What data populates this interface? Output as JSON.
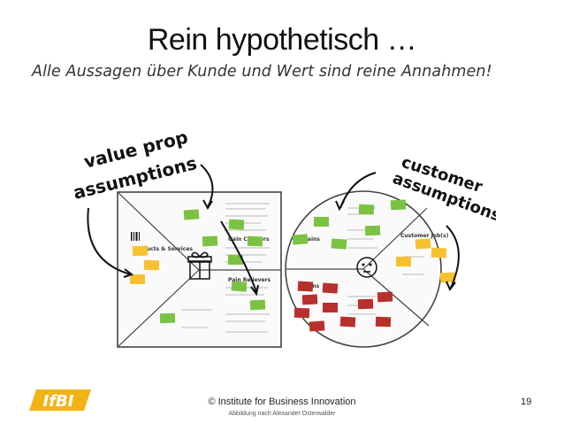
{
  "slide": {
    "title": "Rein hypothetisch …",
    "subtitle": "Alle Aussagen über Kunde und Wert sind reine Annahmen!",
    "page_number": "19"
  },
  "canvas": {
    "left_annotation_line1": "value prop",
    "left_annotation_line2": "assumptions",
    "right_annotation_line1": "customer",
    "right_annotation_line2": "assumptions",
    "section_products": "Products & Services",
    "section_gain_creators": "Gain Creators",
    "section_pain_relievers": "Pain Relievers",
    "section_gains": "Gains",
    "section_pains": "Pains",
    "section_customer_jobs": "Customer Job(s)"
  },
  "footer": {
    "logo_text": "IfBI",
    "copyright": "© Institute for Business Innovation",
    "credit": "Abbildung nach Alexander Osterwalder"
  },
  "colors": {
    "logo": "#f2b317",
    "note_green": "#7cc242",
    "note_yellow": "#f5c12e",
    "note_red": "#b8302b"
  }
}
